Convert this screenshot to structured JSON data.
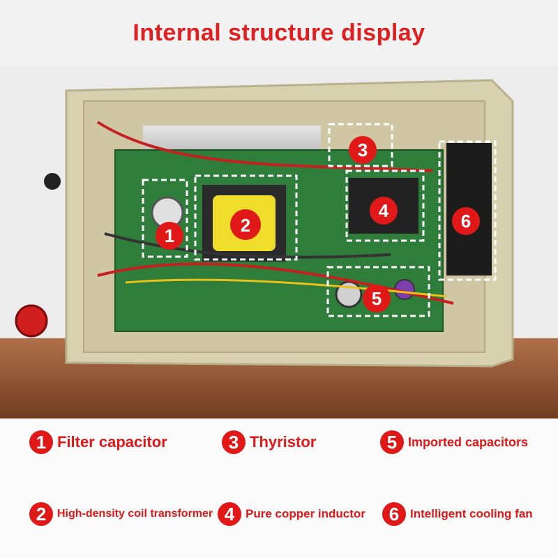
{
  "title": "Internal structure display",
  "markers": [
    "1",
    "2",
    "3",
    "4",
    "5",
    "6"
  ],
  "legend": [
    {
      "num": "1",
      "label": "Filter capacitor"
    },
    {
      "num": "3",
      "label": "Thyristor"
    },
    {
      "num": "5",
      "label": "Imported capacitors"
    },
    {
      "num": "2",
      "label": "High-density coil transformer"
    },
    {
      "num": "4",
      "label": "Pure copper inductor"
    },
    {
      "num": "6",
      "label": "Intelligent cooling fan"
    }
  ],
  "colors": {
    "accent": "#e01818",
    "case": "#d9d3b4",
    "board": "#2f7d3a",
    "wood": "#8a4a28"
  }
}
